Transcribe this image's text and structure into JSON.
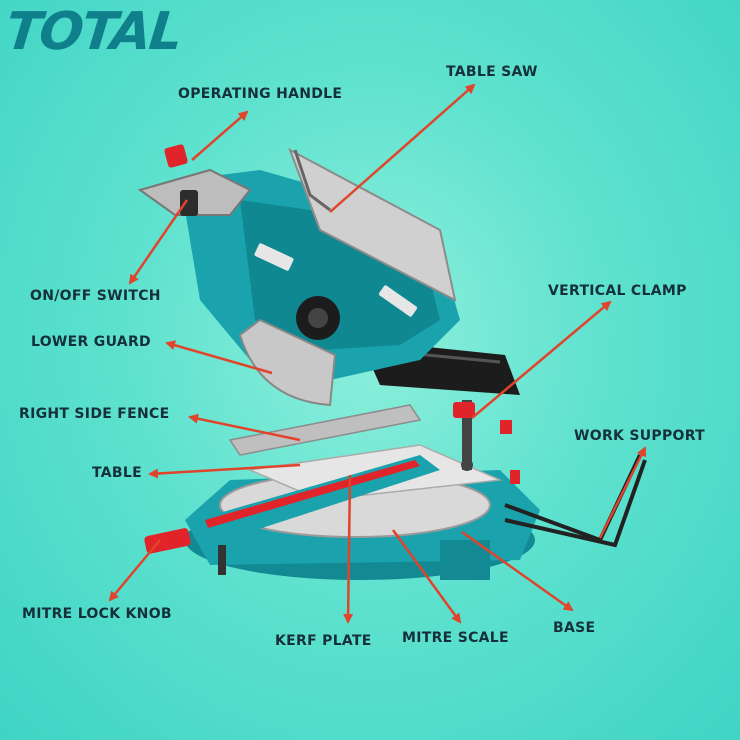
{
  "brand": {
    "logo_text": "TOTAL",
    "logo_color": "#0f7f8c"
  },
  "colors": {
    "background": "#5fe2cf",
    "arrow": "#e0442a",
    "machine_teal": "#1aa3ad",
    "machine_grey": "#c8c8c8",
    "accent_red": "#e0242a",
    "label_text": "#15303a"
  },
  "labels": {
    "operating_handle": "OPERATING HANDLE",
    "table_saw": "TABLE SAW",
    "on_off_switch": "ON/OFF SWITCH",
    "lower_guard": "LOWER GUARD",
    "vertical_clamp": "VERTICAL CLAMP",
    "right_side_fence": "RIGHT SIDE FENCE",
    "work_support": "WORK SUPPORT",
    "table": "TABLE",
    "mitre_lock_knob": "MITRE LOCK KNOB",
    "kerf_plate": "KERF PLATE",
    "mitre_scale": "MITRE SCALE",
    "base": "BASE"
  }
}
